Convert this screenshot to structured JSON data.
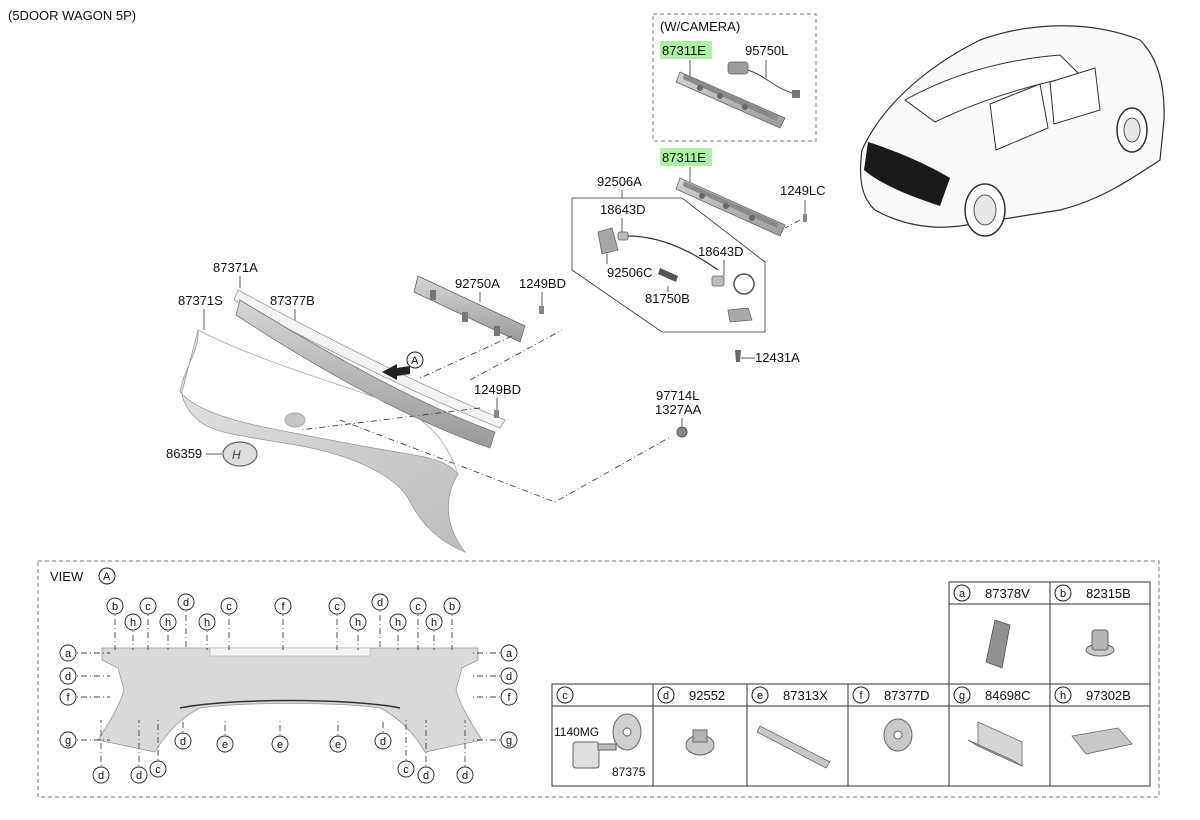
{
  "header": {
    "title": "(5DOOR WAGON 5P)"
  },
  "camera_box": {
    "title": "(W/CAMERA)"
  },
  "parts": {
    "p87311E_cam": "87311E",
    "p95750L": "95750L",
    "p87311E": "87311E",
    "p92506A": "92506A",
    "p1249LC": "1249LC",
    "p18643D_a": "18643D",
    "p18643D_b": "18643D",
    "p92506C": "92506C",
    "p81750B": "81750B",
    "p12431A": "12431A",
    "p87371A": "87371A",
    "p87371S": "87371S",
    "p87377B": "87377B",
    "p92750A": "92750A",
    "p1249BD_a": "1249BD",
    "p1249BD_b": "1249BD",
    "p97714L": "97714L",
    "p1327AA": "1327AA",
    "p86359": "86359",
    "arrow_ref": "A"
  },
  "view": {
    "title": "VIEW",
    "ref": "A",
    "top_callouts": [
      "b",
      "h",
      "c",
      "h",
      "d",
      "h",
      "c",
      "f",
      "c",
      "h",
      "d",
      "h",
      "c",
      "h",
      "b"
    ],
    "left_callouts": [
      "a",
      "d",
      "f",
      "g"
    ],
    "right_callouts": [
      "a",
      "d",
      "f",
      "g"
    ],
    "bottom_callouts": [
      "d",
      "d",
      "c",
      "d",
      "e",
      "e",
      "e",
      "d",
      "c",
      "d",
      "d"
    ]
  },
  "table": {
    "cells": [
      {
        "key": "a",
        "part": "87378V"
      },
      {
        "key": "b",
        "part": "82315B"
      },
      {
        "key": "c",
        "part": "",
        "sub1": "1140MG",
        "sub2": "87375"
      },
      {
        "key": "d",
        "part": "92552"
      },
      {
        "key": "e",
        "part": "87313X"
      },
      {
        "key": "f",
        "part": "87377D"
      },
      {
        "key": "g",
        "part": "84698C"
      },
      {
        "key": "h",
        "part": "97302B"
      }
    ]
  },
  "colors": {
    "highlight": "#aef0a6",
    "part_fill": "#d8d8d8",
    "part_dark": "#707070"
  }
}
